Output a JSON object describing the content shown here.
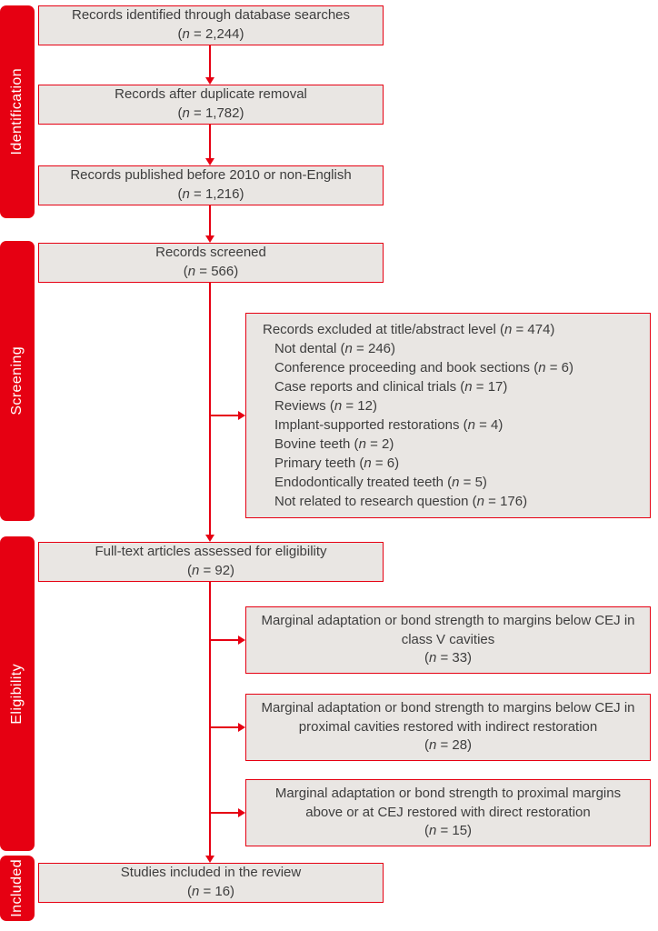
{
  "colors": {
    "accent_red": "#e60012",
    "box_fill": "#e9e6e3",
    "text": "#3d3d3d",
    "stage_text": "#ffffff"
  },
  "stages": [
    {
      "label": "Identification"
    },
    {
      "label": "Screening"
    },
    {
      "label": "Eligibility"
    },
    {
      "label": "Included"
    }
  ],
  "flow": {
    "main_boxes": [
      {
        "label": "Records identified through database searches",
        "count": "(n = 2,244)"
      },
      {
        "label": "Records after duplicate removal",
        "count": "(n = 1,782)"
      },
      {
        "label": "Records published before 2010 or non-English",
        "count": "(n = 1,216)"
      },
      {
        "label": "Records screened",
        "count": "(n = 566)"
      },
      {
        "label": "Full-text articles assessed for eligibility",
        "count": "(n = 92)"
      },
      {
        "label": "Studies included in the review",
        "count": "(n = 16)"
      }
    ],
    "excluded_box": {
      "title": "Records excluded at title/abstract level (n = 474)",
      "items": [
        "Not dental (n = 246)",
        "Conference proceeding and book sections (n = 6)",
        "Case reports and clinical trials (n = 17)",
        "Reviews (n = 12)",
        "Implant-supported restorations (n = 4)",
        "Bovine teeth (n = 2)",
        "Primary teeth (n = 6)",
        "Endodontically treated teeth (n = 5)",
        "Not related to research question (n = 176)"
      ]
    },
    "eligibility_excluded_boxes": [
      {
        "label": "Marginal adaptation or bond strength to margins below CEJ in class V cavities",
        "count": "(n = 33)"
      },
      {
        "label": "Marginal adaptation or bond strength to margins below CEJ in proximal cavities restored with indirect restoration",
        "count": "(n = 28)"
      },
      {
        "label": "Marginal adaptation or bond strength to proximal margins above or at CEJ restored with direct restoration",
        "count": "(n = 15)"
      }
    ]
  }
}
